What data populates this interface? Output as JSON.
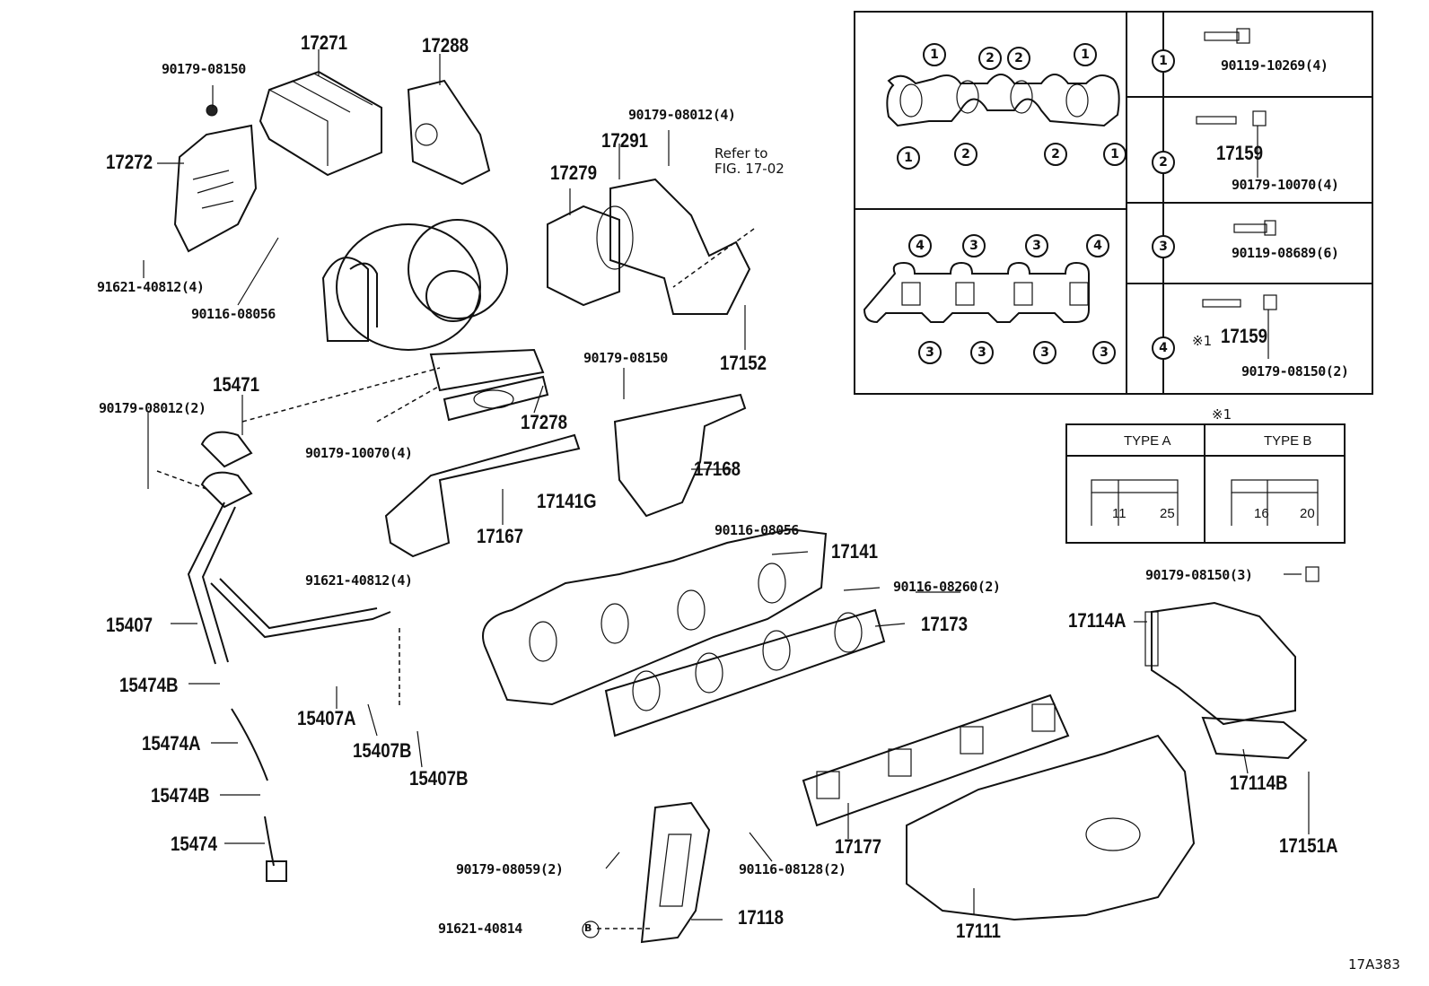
{
  "labels": {
    "p17271": "17271",
    "p17288": "17288",
    "p90179_08150_a": "90179-08150",
    "p17272": "17272",
    "p91621_40812_a": "91621-40812(4)",
    "p90116_08056_a": "90116-08056",
    "p90179_08012_4": "90179-08012(4)",
    "p17291": "17291",
    "p17279": "17279",
    "refer": "Refer to",
    "refer_fig": "FIG. 17-02",
    "p17152": "17152",
    "p15471": "15471",
    "p90179_08012_2": "90179-08012(2)",
    "p17278": "17278",
    "p90179_10070_4": "90179-10070(4)",
    "p90179_08150_b": "90179-08150",
    "p17168": "17168",
    "p17167": "17167",
    "p17141G": "17141G",
    "p90116_08056_b": "90116-08056",
    "p17141": "17141",
    "p91621_40812_b": "91621-40812(4)",
    "p90116_08260_2": "90116-08260(2)",
    "p15407": "15407",
    "p17173": "17173",
    "p15474B_a": "15474B",
    "p15407A": "15407A",
    "p15474A": "15474A",
    "p15407B_a": "15407B",
    "p15407B_b": "15407B",
    "p15474B_b": "15474B",
    "p15474": "15474",
    "p90179_08059_2": "90179-08059(2)",
    "p90116_08128_2": "90116-08128(2)",
    "p17177": "17177",
    "p91621_40814": "91621-40814",
    "p17118": "17118",
    "p17111": "17111",
    "p17114A": "17114A",
    "p17114B": "17114B",
    "p17151A": "17151A",
    "p90179_08150_3": "90179-08150(3)",
    "fig_code": "17A383"
  },
  "gasket_table": {
    "rows": [
      {
        "key": "1",
        "parts": [
          "90119-10269(4)"
        ]
      },
      {
        "key": "2",
        "parts": [
          "17159",
          "90179-10070(4)"
        ]
      },
      {
        "key": "3",
        "parts": [
          "90119-08689(6)"
        ]
      },
      {
        "key": "4",
        "note": "※1",
        "parts": [
          "17159",
          "90179-08150(2)"
        ]
      }
    ],
    "upper_gasket_markers_top": [
      "1",
      "2",
      "2",
      "1"
    ],
    "upper_gasket_markers_bottom": [
      "1",
      "2",
      "2",
      "1"
    ],
    "lower_gasket_markers_top": [
      "4",
      "3",
      "3",
      "4"
    ],
    "lower_gasket_markers_bottom": [
      "3",
      "3",
      "3",
      "3"
    ]
  },
  "type_table": {
    "note": "※1",
    "type_a": {
      "label": "TYPE A",
      "dims": [
        "11",
        "25"
      ]
    },
    "type_b": {
      "label": "TYPE B",
      "dims": [
        "16",
        "20"
      ]
    }
  },
  "bolt_marker": "B"
}
